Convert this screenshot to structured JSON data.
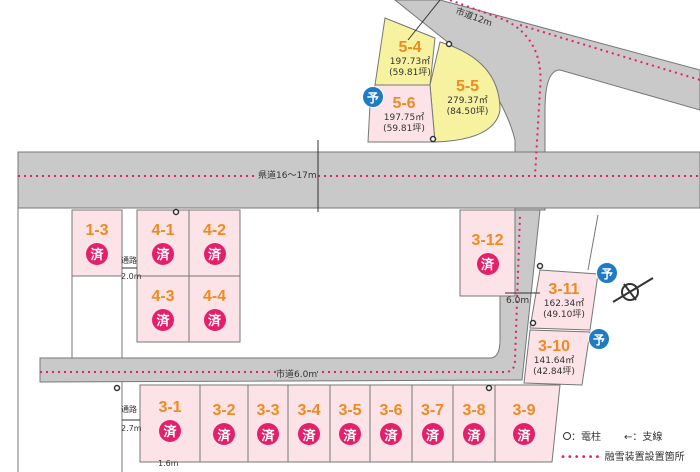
{
  "roads": {
    "prefectural": "県道16～17m",
    "city12": "市道12m",
    "city6": "市道6.0m",
    "width_6": "6.0m",
    "passage1": "通路",
    "passage1_width": "2.0m",
    "passage2": "通路",
    "passage2_width": "2.7m",
    "bottom_width": "1.6m"
  },
  "sold_mark": "済",
  "reserved_mark": "予",
  "lots": [
    {
      "id": "1-3",
      "status": "sold"
    },
    {
      "id": "4-1",
      "status": "sold"
    },
    {
      "id": "4-2",
      "status": "sold"
    },
    {
      "id": "4-3",
      "status": "sold"
    },
    {
      "id": "4-4",
      "status": "sold"
    },
    {
      "id": "3-12",
      "status": "sold"
    },
    {
      "id": "3-1",
      "status": "sold"
    },
    {
      "id": "3-2",
      "status": "sold"
    },
    {
      "id": "3-3",
      "status": "sold"
    },
    {
      "id": "3-4",
      "status": "sold"
    },
    {
      "id": "3-5",
      "status": "sold"
    },
    {
      "id": "3-6",
      "status": "sold"
    },
    {
      "id": "3-7",
      "status": "sold"
    },
    {
      "id": "3-8",
      "status": "sold"
    },
    {
      "id": "3-9",
      "status": "sold"
    }
  ],
  "available_lots": [
    {
      "id": "5-4",
      "area": "197.73㎡",
      "tsubo": "(59.81坪)"
    },
    {
      "id": "5-5",
      "area": "279.37㎡",
      "tsubo": "(84.50坪)"
    },
    {
      "id": "5-6",
      "area": "197.75㎡",
      "tsubo": "(59.81坪)"
    },
    {
      "id": "3-11",
      "area": "162.34㎡",
      "tsubo": "(49.10坪)"
    },
    {
      "id": "3-10",
      "area": "141.64㎡",
      "tsubo": "(42.84坪)"
    }
  ],
  "legend": {
    "pole": "：電柱",
    "guy_wire": "：支線",
    "snow_melt": "融雪装置設置箇所"
  },
  "colors": {
    "sold": "#e5206b",
    "reserved": "#1f7cc4",
    "lot_number": "#ef8a1f",
    "snow_line": "#e5206b"
  }
}
